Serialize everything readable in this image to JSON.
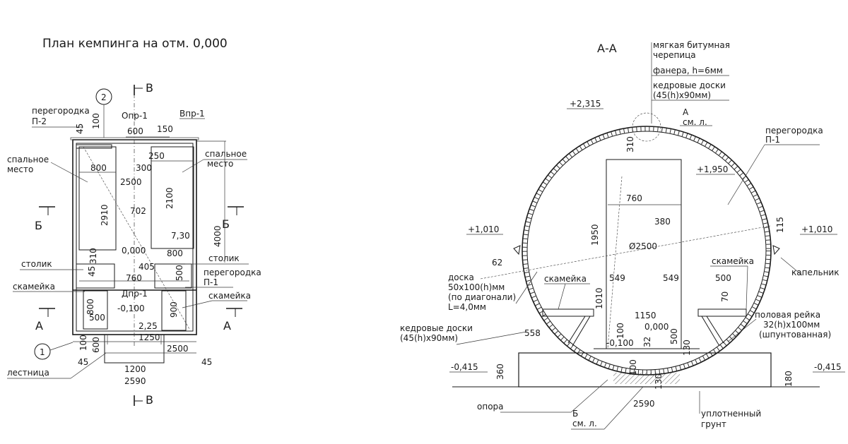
{
  "plan": {
    "title": "План кемпинга на отм. 0,000",
    "labels": {
      "partition_p2": [
        "перегородка",
        "П-2"
      ],
      "sleep_left": [
        "спальное",
        "место"
      ],
      "sleep_right": [
        "спальное",
        "место"
      ],
      "table_left": "столик",
      "table_right": "столик",
      "bench_left": "скамейка",
      "bench_right": "скамейка",
      "partition_p1": [
        "перегородка",
        "П-1"
      ],
      "ladder": "лестница",
      "opr": "Опр-1",
      "vpr": "Впр-1",
      "dpr": "Дпр-1"
    },
    "axes": {
      "axis1": "1",
      "axis2": "2"
    },
    "section_marks": {
      "b": "Б",
      "a": "А",
      "v": "В"
    },
    "dims": {
      "d45a": "45",
      "d100a": "100",
      "d600a": "600",
      "d150": "150",
      "d250": "250",
      "d800a": "800",
      "d300": "300",
      "d2500a": "2500",
      "d2910": "2910",
      "d702": "702",
      "d2100": "2100",
      "d730": "7,30",
      "d4000": "4000",
      "d0000": "0,000",
      "d310": "310",
      "d800b": "800",
      "d405": "405",
      "d45b": "45",
      "d760": "760",
      "d500a": "500",
      "d800c": "800",
      "d500b": "500",
      "dm0100": "-0,100",
      "d900": "900",
      "d225": "2,25",
      "d1250": "1250",
      "d100b": "100",
      "d600b": "600",
      "d2500b": "2500",
      "d45c": "45",
      "d45d": "45",
      "d1200": "1200",
      "d2590": "2590"
    }
  },
  "section": {
    "title": "А-А",
    "labels": {
      "roof": [
        "мягкая битумная",
        "черепица"
      ],
      "plywood": "фанера, h=6мм",
      "cedar_top": [
        "кедровые доски",
        "(45(h)x90мм)"
      ],
      "see_a": [
        "А",
        "см. л."
      ],
      "partition_p1": [
        "перегородка",
        "П-1"
      ],
      "drip": "капельник",
      "bench_left": "скамейка",
      "bench_right": "скамейка",
      "board": [
        "доска",
        "50x100(h)мм",
        "(по диагонали)",
        "L=4,0мм"
      ],
      "cedar_bottom": [
        "кедровые доски",
        "(45(h)x90мм)"
      ],
      "floor_rail": [
        "половая рейка",
        "32(h)x100мм",
        "(шпунтованная)"
      ],
      "support": "опора",
      "see_b": [
        "Б",
        "см. л."
      ],
      "soil": [
        "уплотненный",
        "грунт"
      ]
    },
    "levels": {
      "top": "+2,315",
      "l1950": "+1,950",
      "l1010a": "+1,010",
      "l1010b": "+1,010",
      "lm0415a": "-0,415",
      "lm0415b": "-0,415",
      "l0000": "0,000",
      "lm0100": "-0,100"
    },
    "dims": {
      "d310": "310",
      "d760": "760",
      "d380": "380",
      "d1950": "1950",
      "dDia": "Ø2500",
      "d115": "115",
      "d62": "62",
      "d549a": "549",
      "d549b": "549",
      "d500": "500",
      "d70": "70",
      "d1010": "1010",
      "d1150": "1150",
      "d100a": "100",
      "d32": "32",
      "d500b": "500",
      "d130a": "130",
      "d558": "558",
      "d360": "360",
      "d100b": "100",
      "d130b": "130",
      "d180": "180",
      "d2590": "2590"
    }
  }
}
